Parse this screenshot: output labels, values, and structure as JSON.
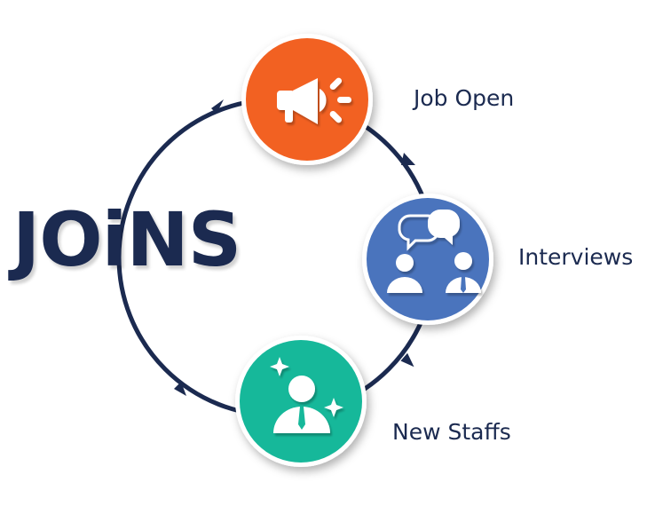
{
  "logo": {
    "text": "JOiNS"
  },
  "steps": [
    {
      "label": "Job Open",
      "icon": "megaphone-icon",
      "color": "#f26122"
    },
    {
      "label": "Interviews",
      "icon": "interview-icon",
      "color": "#4a74bd"
    },
    {
      "label": "New Staffs",
      "icon": "new-staff-icon",
      "color": "#16b89a"
    }
  ],
  "ring_color": "#1b2a50"
}
